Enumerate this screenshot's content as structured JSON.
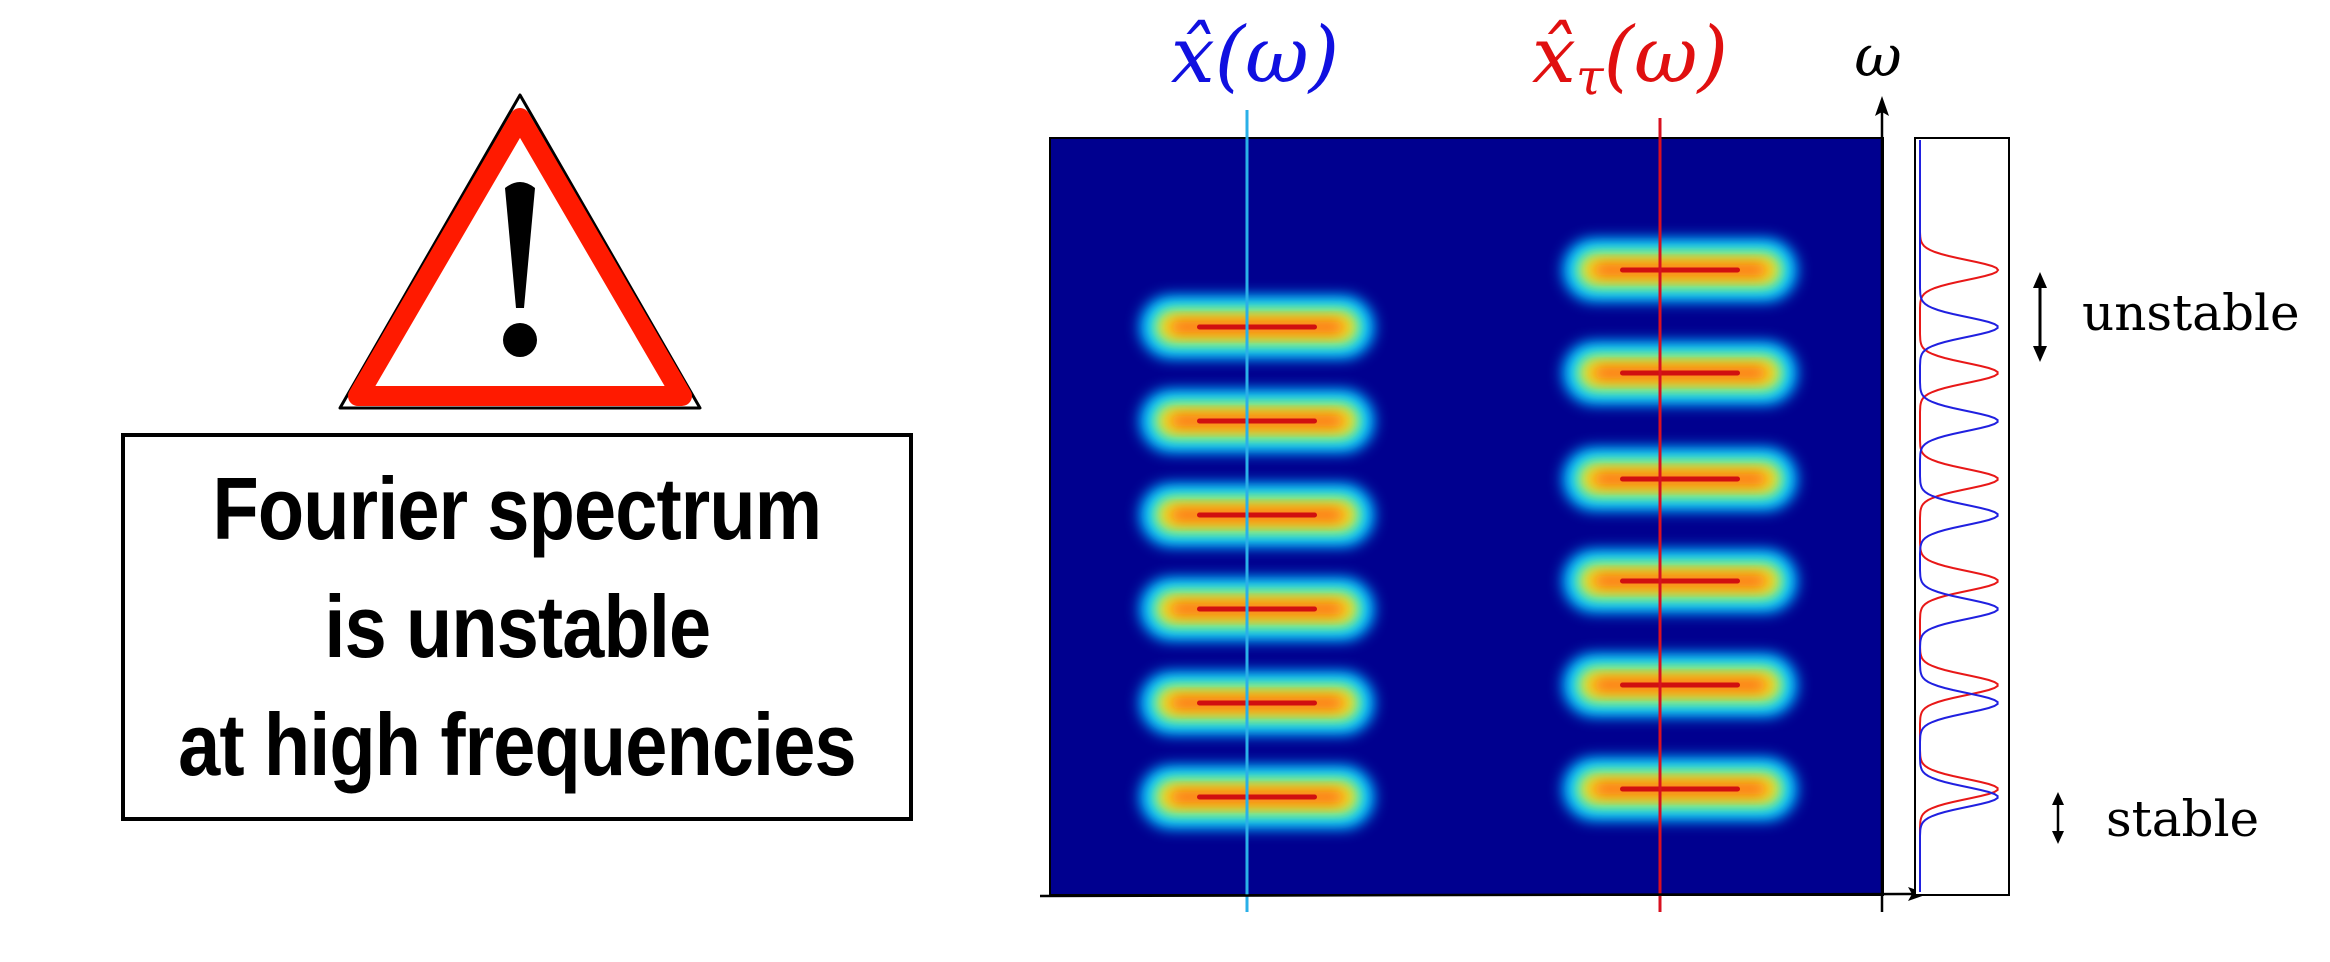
{
  "caption": {
    "lines": [
      "Fourier spectrum",
      "is unstable",
      "at high frequencies"
    ]
  },
  "labels": {
    "x_hat": "x̂(ω)",
    "x_tau_hat": "x̂",
    "x_tau_sub": "τ",
    "x_tau_arg": "(ω)",
    "omega_axis": "ω",
    "unstable": "unstable",
    "stable": "stable"
  },
  "colors": {
    "warning_red": "#ff1a00",
    "heatmap_background": "#00008f",
    "line_x": "#2ab0e8",
    "line_x_tau": "#d81020",
    "label_x": "#1010e0",
    "label_x_tau": "#e01010",
    "profile_red": "#e81818",
    "profile_blue": "#2020e0"
  },
  "icons": {
    "warning_sign": "exclamation-triangle-icon"
  }
}
